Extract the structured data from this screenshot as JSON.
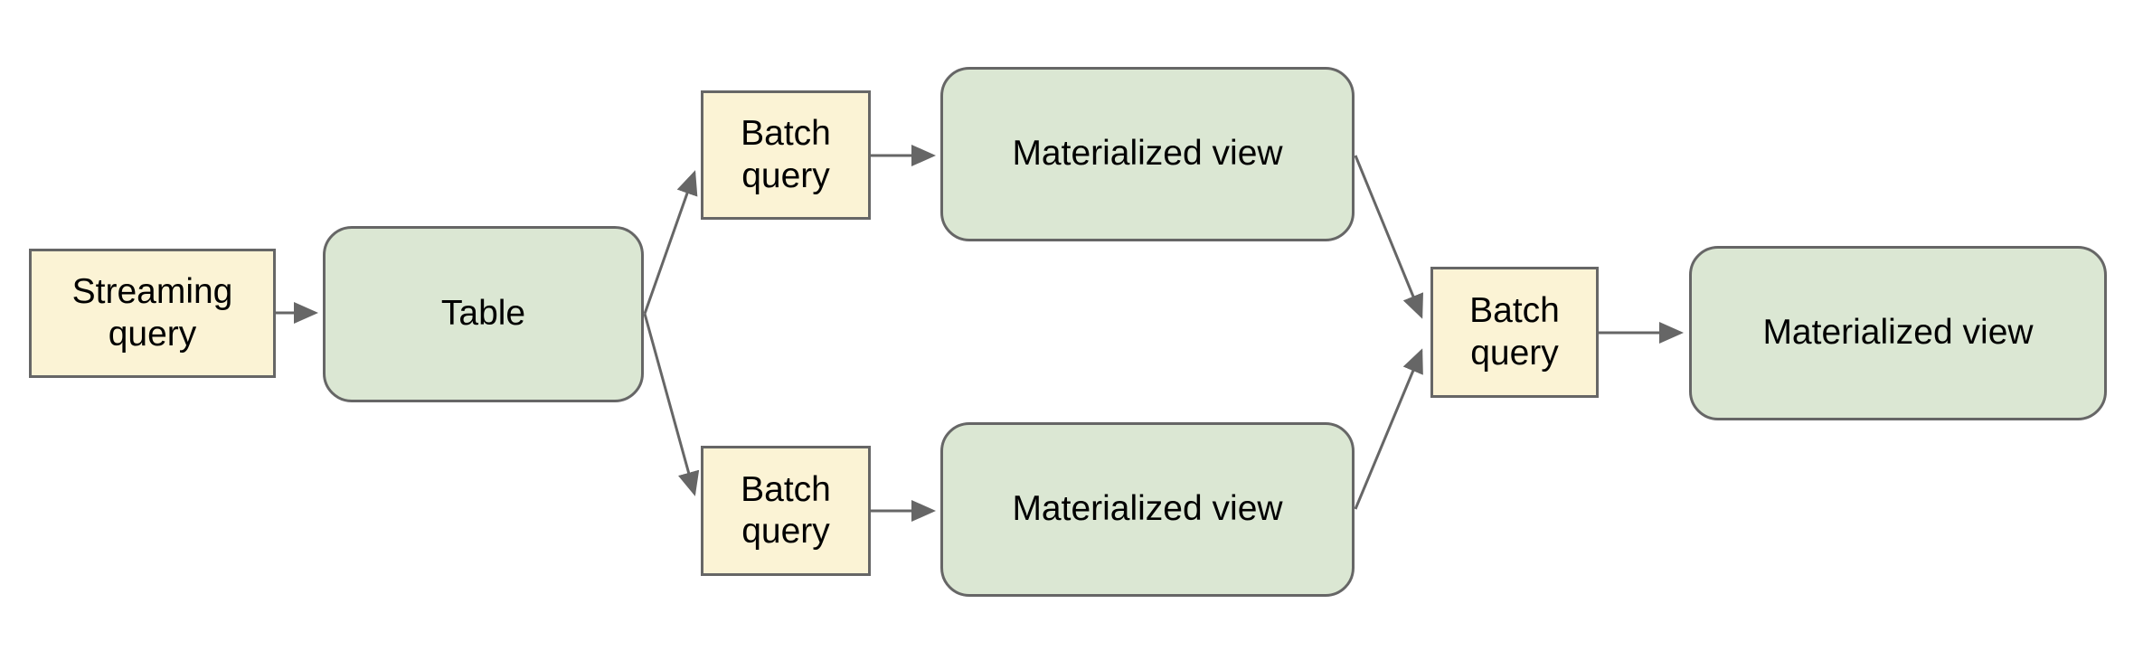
{
  "diagram": {
    "colors": {
      "bg": "#ffffff",
      "query_fill": "#fbf3d5",
      "data_fill": "#dbe7d3",
      "border": "#666666",
      "connector": "#666666",
      "text": "#000000"
    },
    "nodes": [
      {
        "id": "streaming-query",
        "label": "Streaming query",
        "kind": "query"
      },
      {
        "id": "table",
        "label": "Table",
        "kind": "data"
      },
      {
        "id": "batch-query-top",
        "label": "Batch query",
        "kind": "query"
      },
      {
        "id": "materialized-view-top",
        "label": "Materialized view",
        "kind": "data"
      },
      {
        "id": "batch-query-bottom",
        "label": "Batch query",
        "kind": "query"
      },
      {
        "id": "materialized-view-bottom",
        "label": "Materialized view",
        "kind": "data"
      },
      {
        "id": "batch-query-merge",
        "label": "Batch query",
        "kind": "query"
      },
      {
        "id": "materialized-view-final",
        "label": "Materialized view",
        "kind": "data"
      }
    ],
    "edges": [
      {
        "from": "streaming-query",
        "to": "table"
      },
      {
        "from": "table",
        "to": "batch-query-top"
      },
      {
        "from": "table",
        "to": "batch-query-bottom"
      },
      {
        "from": "batch-query-top",
        "to": "materialized-view-top"
      },
      {
        "from": "batch-query-bottom",
        "to": "materialized-view-bottom"
      },
      {
        "from": "materialized-view-top",
        "to": "batch-query-merge"
      },
      {
        "from": "materialized-view-bottom",
        "to": "batch-query-merge"
      },
      {
        "from": "batch-query-merge",
        "to": "materialized-view-final"
      }
    ]
  }
}
